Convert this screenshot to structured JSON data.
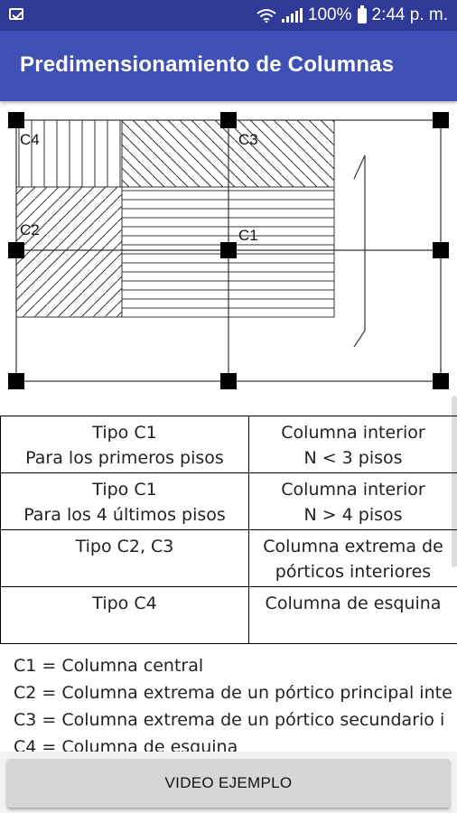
{
  "status_bar": {
    "battery_percent": "100%",
    "time": "2:44 p. m.",
    "icons": [
      "photo-icon",
      "wifi-icon",
      "signal-icon",
      "battery-icon"
    ]
  },
  "app_bar": {
    "title": "Predimensionamiento de Columnas"
  },
  "diagram": {
    "labels": [
      "C4",
      "C3",
      "C2",
      "C1"
    ]
  },
  "table": {
    "rows": [
      {
        "tipo": [
          "Tipo C1",
          "Para los primeros pisos"
        ],
        "desc": [
          "Columna interior",
          "N < 3 pisos"
        ]
      },
      {
        "tipo": [
          "Tipo C1",
          "Para los 4 últimos pisos"
        ],
        "desc": [
          "Columna interior",
          "N > 4 pisos"
        ]
      },
      {
        "tipo": [
          "Tipo C2, C3"
        ],
        "desc": [
          "Columna extrema de",
          "pórticos interiores"
        ]
      },
      {
        "tipo": [
          "Tipo C4"
        ],
        "desc": [
          "Columna de esquina"
        ]
      }
    ]
  },
  "legend": [
    "C1 = Columna central",
    "C2 = Columna extrema de un pórtico principal inte",
    "C3 = Columna extrema de un pórtico secundario i",
    "C4 = Columna de esquina"
  ],
  "video_button": {
    "label": "VIDEO EJEMPLO"
  }
}
